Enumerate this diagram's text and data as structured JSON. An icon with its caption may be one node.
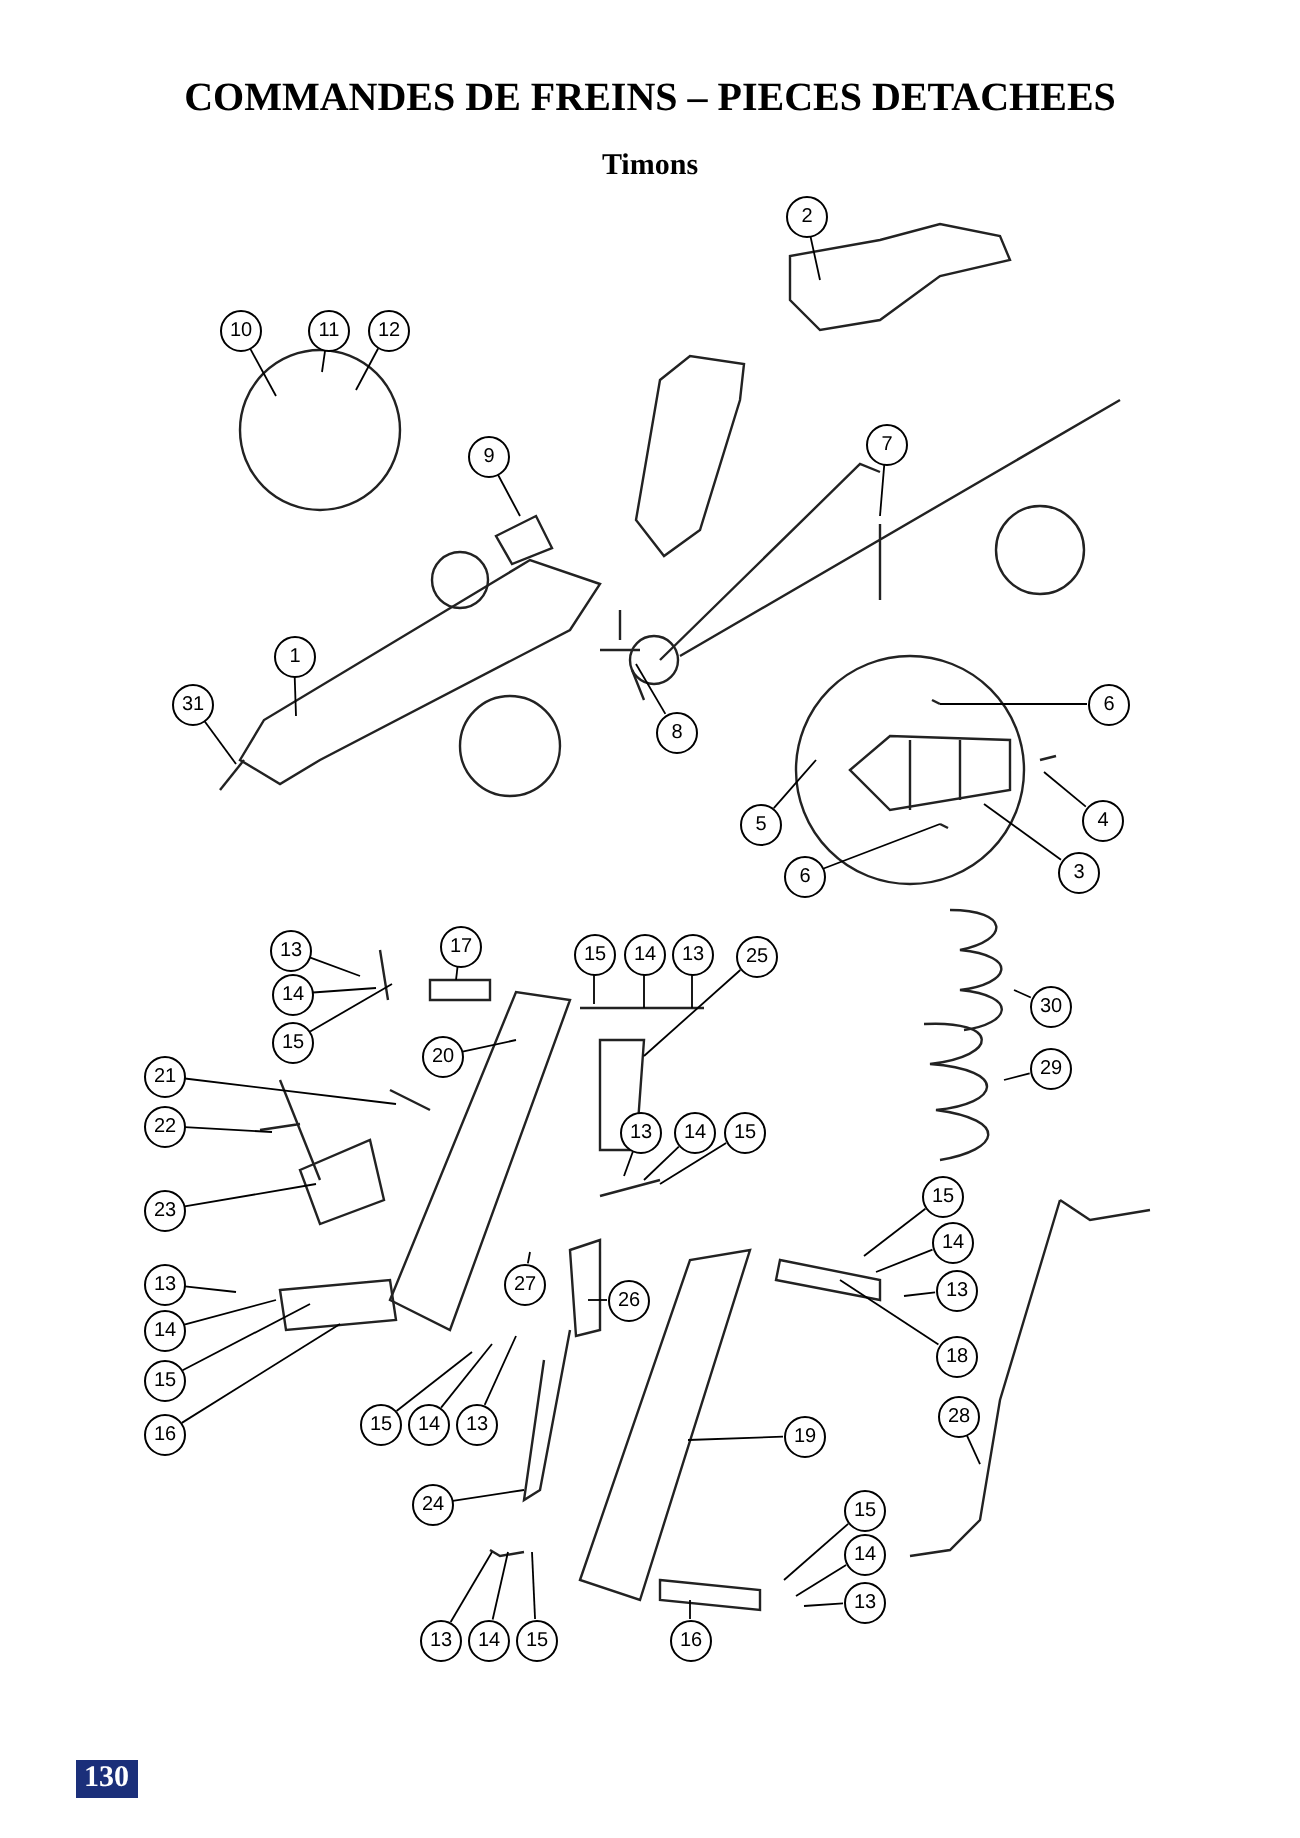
{
  "diagram": {
    "title": "COMMANDES DE FREINS – PIECES DETACHEES",
    "nodes": [
      {
        "text": [
          "2"
        ]
      },
      {
        "text": [
          "10"
        ]
      },
      {
        "text": [
          "11"
        ]
      },
      {
        "text": [
          "12"
        ]
      },
      {
        "text": [
          "9"
        ]
      },
      {
        "text": [
          "7"
        ]
      },
      {
        "text": [
          "1"
        ]
      },
      {
        "text": [
          "31"
        ]
      },
      {
        "text": [
          "8"
        ]
      },
      {
        "text": [
          "6"
        ]
      },
      {
        "text": [
          "5"
        ]
      },
      {
        "text": [
          "4"
        ]
      },
      {
        "text": [
          "6"
        ]
      },
      {
        "text": [
          "3"
        ]
      },
      {
        "text": [
          "13"
        ]
      },
      {
        "text": [
          "17"
        ]
      },
      {
        "text": [
          "14"
        ]
      },
      {
        "text": [
          "15"
        ]
      },
      {
        "text": [
          "15"
        ]
      },
      {
        "text": [
          "14"
        ]
      },
      {
        "text": [
          "13"
        ]
      },
      {
        "text": [
          "25"
        ]
      },
      {
        "text": [
          "30"
        ]
      },
      {
        "text": [
          "21"
        ]
      },
      {
        "text": [
          "20"
        ]
      },
      {
        "text": [
          "22"
        ]
      },
      {
        "text": [
          "29"
        ]
      },
      {
        "text": [
          "13"
        ]
      },
      {
        "text": [
          "14"
        ]
      },
      {
        "text": [
          "15"
        ]
      },
      {
        "text": [
          "23"
        ]
      },
      {
        "text": [
          "15"
        ]
      },
      {
        "text": [
          "14"
        ]
      },
      {
        "text": [
          "13"
        ]
      },
      {
        "text": [
          "13"
        ]
      },
      {
        "text": [
          "27"
        ]
      },
      {
        "text": [
          "18"
        ]
      },
      {
        "text": [
          "26"
        ]
      },
      {
        "text": [
          "14"
        ]
      },
      {
        "text": [
          "15"
        ]
      },
      {
        "text": [
          "15"
        ]
      },
      {
        "text": [
          "14"
        ]
      },
      {
        "text": [
          "13"
        ]
      },
      {
        "text": [
          "19"
        ]
      },
      {
        "text": [
          "16"
        ]
      },
      {
        "text": [
          "28"
        ]
      },
      {
        "text": [
          "24"
        ]
      },
      {
        "text": [
          "15"
        ]
      },
      {
        "text": [
          "14"
        ]
      },
      {
        "text": [
          "13"
        ]
      },
      {
        "text": [
          "13"
        ]
      },
      {
        "text": [
          "14"
        ]
      },
      {
        "text": [
          "15"
        ]
      },
      {
        "text": [
          "16"
        ]
      }
    ],
    "edges": [
      {
        "from": 0,
        "to": null,
        "arrow": "none"
      },
      {
        "from": 1,
        "to": null,
        "arrow": "none"
      },
      {
        "from": 2,
        "to": null,
        "arrow": "none"
      },
      {
        "from": 3,
        "to": null,
        "arrow": "none"
      },
      {
        "from": 4,
        "to": null,
        "arrow": "none"
      },
      {
        "from": 5,
        "to": null,
        "arrow": "none"
      },
      {
        "from": 6,
        "to": null,
        "arrow": "none"
      },
      {
        "from": 7,
        "to": null,
        "arrow": "none"
      },
      {
        "from": 8,
        "to": null,
        "arrow": "none"
      },
      {
        "from": 9,
        "to": null,
        "arrow": "none"
      },
      {
        "from": 10,
        "to": null,
        "arrow": "none"
      },
      {
        "from": 11,
        "to": null,
        "arrow": "none"
      },
      {
        "from": 12,
        "to": null,
        "arrow": "none"
      },
      {
        "from": 13,
        "to": null,
        "arrow": "none"
      },
      {
        "from": 14,
        "to": null,
        "arrow": "none"
      },
      {
        "from": 15,
        "to": null,
        "arrow": "none"
      },
      {
        "from": 16,
        "to": null,
        "arrow": "none"
      },
      {
        "from": 17,
        "to": null,
        "arrow": "none"
      },
      {
        "from": 18,
        "to": null,
        "arrow": "none"
      },
      {
        "from": 19,
        "to": null,
        "arrow": "none"
      },
      {
        "from": 20,
        "to": null,
        "arrow": "none"
      },
      {
        "from": 21,
        "to": null,
        "arrow": "none"
      },
      {
        "from": 22,
        "to": null,
        "arrow": "none"
      },
      {
        "from": 23,
        "to": null,
        "arrow": "none"
      },
      {
        "from": 24,
        "to": null,
        "arrow": "none"
      },
      {
        "from": 25,
        "to": null,
        "arrow": "none"
      },
      {
        "from": 26,
        "to": null,
        "arrow": "none"
      },
      {
        "from": 27,
        "to": null,
        "arrow": "none"
      },
      {
        "from": 28,
        "to": null,
        "arrow": "none"
      },
      {
        "from": 29,
        "to": null,
        "arrow": "none"
      },
      {
        "from": 30,
        "to": null,
        "arrow": "none"
      },
      {
        "from": 31,
        "to": null,
        "arrow": "none"
      },
      {
        "from": 32,
        "to": null,
        "arrow": "none"
      },
      {
        "from": 33,
        "to": null,
        "arrow": "none"
      },
      {
        "from": 34,
        "to": null,
        "arrow": "none"
      },
      {
        "from": 35,
        "to": null,
        "arrow": "none"
      },
      {
        "from": 36,
        "to": null,
        "arrow": "none"
      },
      {
        "from": 37,
        "to": null,
        "arrow": "none"
      },
      {
        "from": 38,
        "to": null,
        "arrow": "none"
      },
      {
        "from": 39,
        "to": null,
        "arrow": "none"
      },
      {
        "from": 40,
        "to": null,
        "arrow": "none"
      },
      {
        "from": 41,
        "to": null,
        "arrow": "none"
      },
      {
        "from": 42,
        "to": null,
        "arrow": "none"
      },
      {
        "from": 43,
        "to": null,
        "arrow": "none"
      },
      {
        "from": 44,
        "to": null,
        "arrow": "none"
      },
      {
        "from": 45,
        "to": null,
        "arrow": "none"
      },
      {
        "from": 46,
        "to": null,
        "arrow": "none"
      },
      {
        "from": 47,
        "to": null,
        "arrow": "none"
      },
      {
        "from": 48,
        "to": null,
        "arrow": "none"
      },
      {
        "from": 49,
        "to": null,
        "arrow": "none"
      },
      {
        "from": 50,
        "to": null,
        "arrow": "none"
      },
      {
        "from": 51,
        "to": null,
        "arrow": "none"
      },
      {
        "from": 52,
        "to": null,
        "arrow": "none"
      },
      {
        "from": 53,
        "to": null,
        "arrow": "none"
      }
    ],
    "labels": [
      "Timons",
      "130"
    ]
  }
}
